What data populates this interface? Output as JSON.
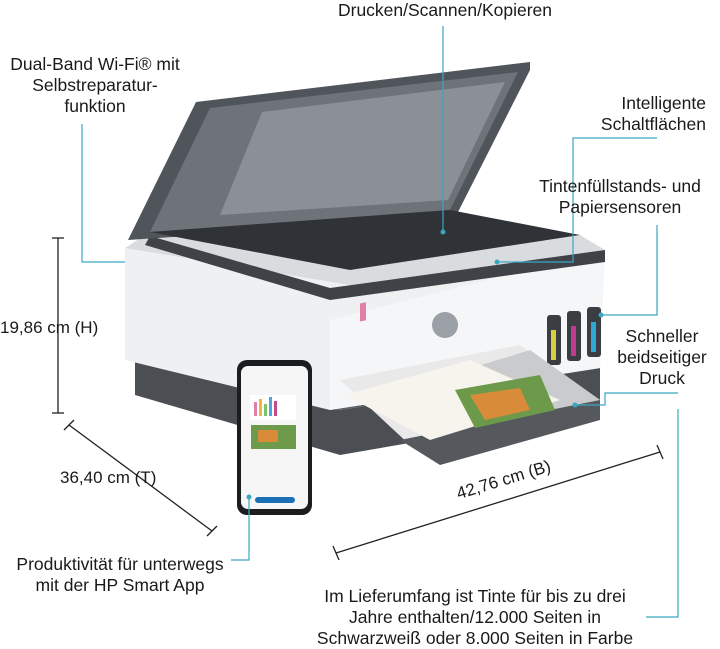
{
  "colors": {
    "callout_line": "#3aa6c2",
    "dimension_line": "#222222",
    "printer_white": "#f2f3f4",
    "printer_dark": "#4a4e53",
    "accent_cyan": "#38b6d6"
  },
  "callouts": {
    "print_scan_copy": "Drucken/Scannen/Kopieren",
    "wifi": [
      "Dual-Band Wi-Fi® mit",
      "Selbstreparatur-",
      "funktion"
    ],
    "smart_buttons": [
      "Intelligente",
      "Schaltflächen"
    ],
    "sensors": [
      "Tintenfüllstands- und",
      "Papiersensoren"
    ],
    "duplex": [
      "Schneller",
      "beidseitiger",
      "Druck"
    ],
    "app": [
      "Produktivität für unterwegs",
      "mit der HP Smart App"
    ],
    "ink_info": [
      "Im Lieferumfang ist Tinte für bis zu drei",
      "Jahre enthalten/12.000 Seiten in",
      "Schwarzweiß oder 8.000 Seiten in Farbe"
    ]
  },
  "dimensions": {
    "height": "19,86 cm (H)",
    "depth": "36,40 cm (T)",
    "width": "42,76 cm (B)"
  },
  "icons": [
    "hp-logo-icon"
  ]
}
